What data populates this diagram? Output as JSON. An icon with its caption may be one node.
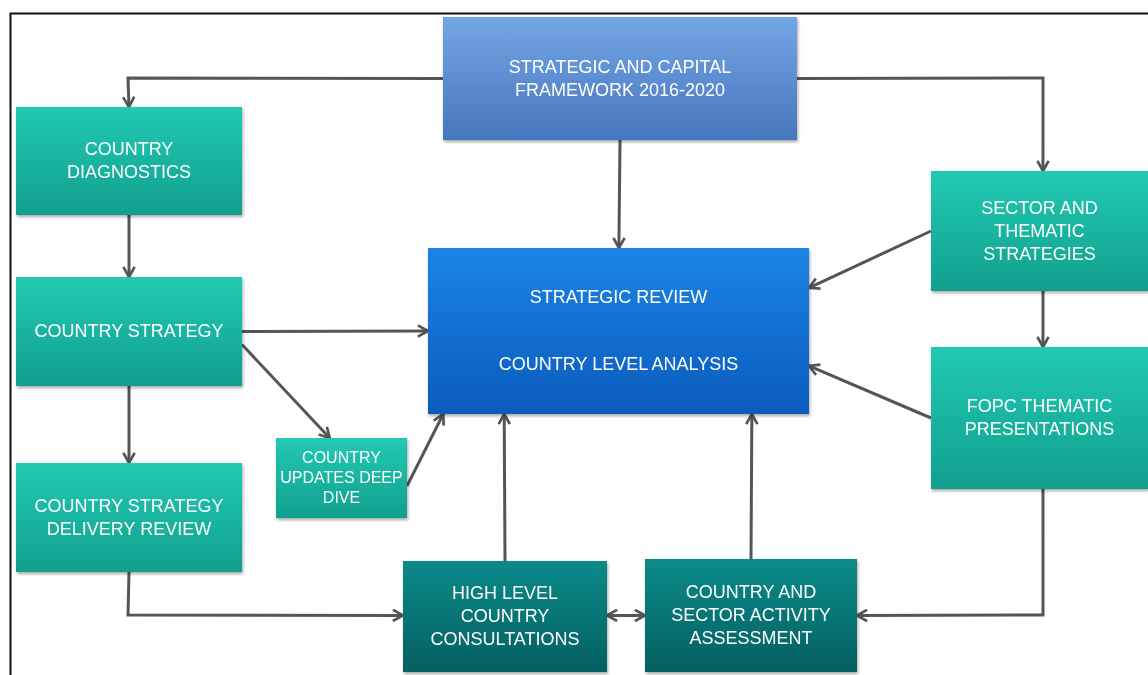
{
  "diagram": {
    "nodes": [
      {
        "text": [
          "STRATEGIC AND CAPITAL FRAMEWORK 2016-2020"
        ]
      },
      {
        "text": [
          "COUNTRY DIAGNOSTICS"
        ]
      },
      {
        "text": [
          "COUNTRY STRATEGY"
        ]
      },
      {
        "text": [
          "COUNTRY STRATEGY DELIVERY REVIEW"
        ]
      },
      {
        "text": [
          "SECTOR AND THEMATIC STRATEGIES"
        ]
      },
      {
        "text": [
          "STRATEGIC REVIEW",
          "COUNTRY LEVEL ANALYSIS"
        ]
      },
      {
        "text": [
          "COUNTRY UPDATES DEEP DIVE"
        ]
      },
      {
        "text": [
          "FOPC THEMATIC PRESENTATIONS"
        ]
      },
      {
        "text": [
          "HIGH LEVEL COUNTRY CONSULTATIONS"
        ]
      },
      {
        "text": [
          "COUNTRY AND SECTOR ACTIVITY ASSESSMENT"
        ]
      }
    ],
    "edges": [
      {
        "from": 0,
        "to": 1,
        "arrow": "to"
      },
      {
        "from": 0,
        "to": 4,
        "arrow": "to"
      },
      {
        "from": 0,
        "to": 5,
        "arrow": "to"
      },
      {
        "from": 1,
        "to": 2,
        "arrow": "to"
      },
      {
        "from": 2,
        "to": 3,
        "arrow": "to"
      },
      {
        "from": 2,
        "to": 5,
        "arrow": "to"
      },
      {
        "from": 2,
        "to": 6,
        "arrow": "to"
      },
      {
        "from": 6,
        "to": 5,
        "arrow": "to"
      },
      {
        "from": 4,
        "to": 5,
        "arrow": "to"
      },
      {
        "from": 4,
        "to": 7,
        "arrow": "to"
      },
      {
        "from": 7,
        "to": 5,
        "arrow": "to"
      },
      {
        "from": 3,
        "to": 8,
        "arrow": "to"
      },
      {
        "from": 8,
        "to": 5,
        "arrow": "to"
      },
      {
        "from": 9,
        "to": 5,
        "arrow": "to"
      },
      {
        "from": 8,
        "to": 9,
        "arrow": "both"
      },
      {
        "from": 7,
        "to": 9,
        "arrow": "to"
      }
    ]
  }
}
